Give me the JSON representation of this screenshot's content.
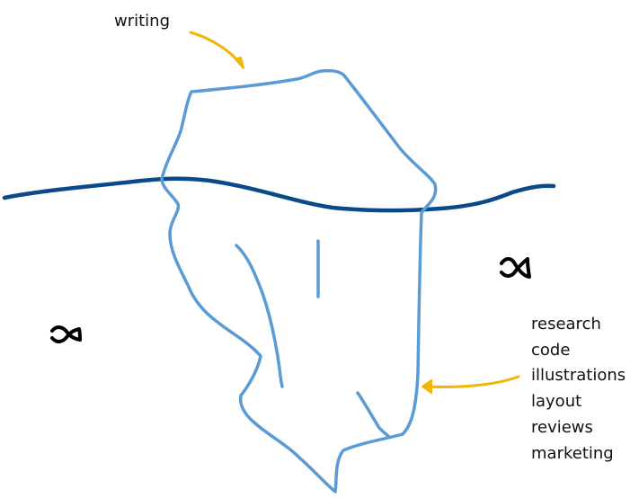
{
  "diagram": {
    "top_label": "writing",
    "underwater_items": [
      "research",
      "code",
      "illustrations",
      "layout",
      "reviews",
      "marketing"
    ],
    "colors": {
      "iceberg": "#5b9bd5",
      "waterline": "#0a4a8a",
      "arrow": "#f2b500",
      "fish": "#000000"
    },
    "icons": [
      "fish-icon",
      "fish-icon"
    ]
  }
}
